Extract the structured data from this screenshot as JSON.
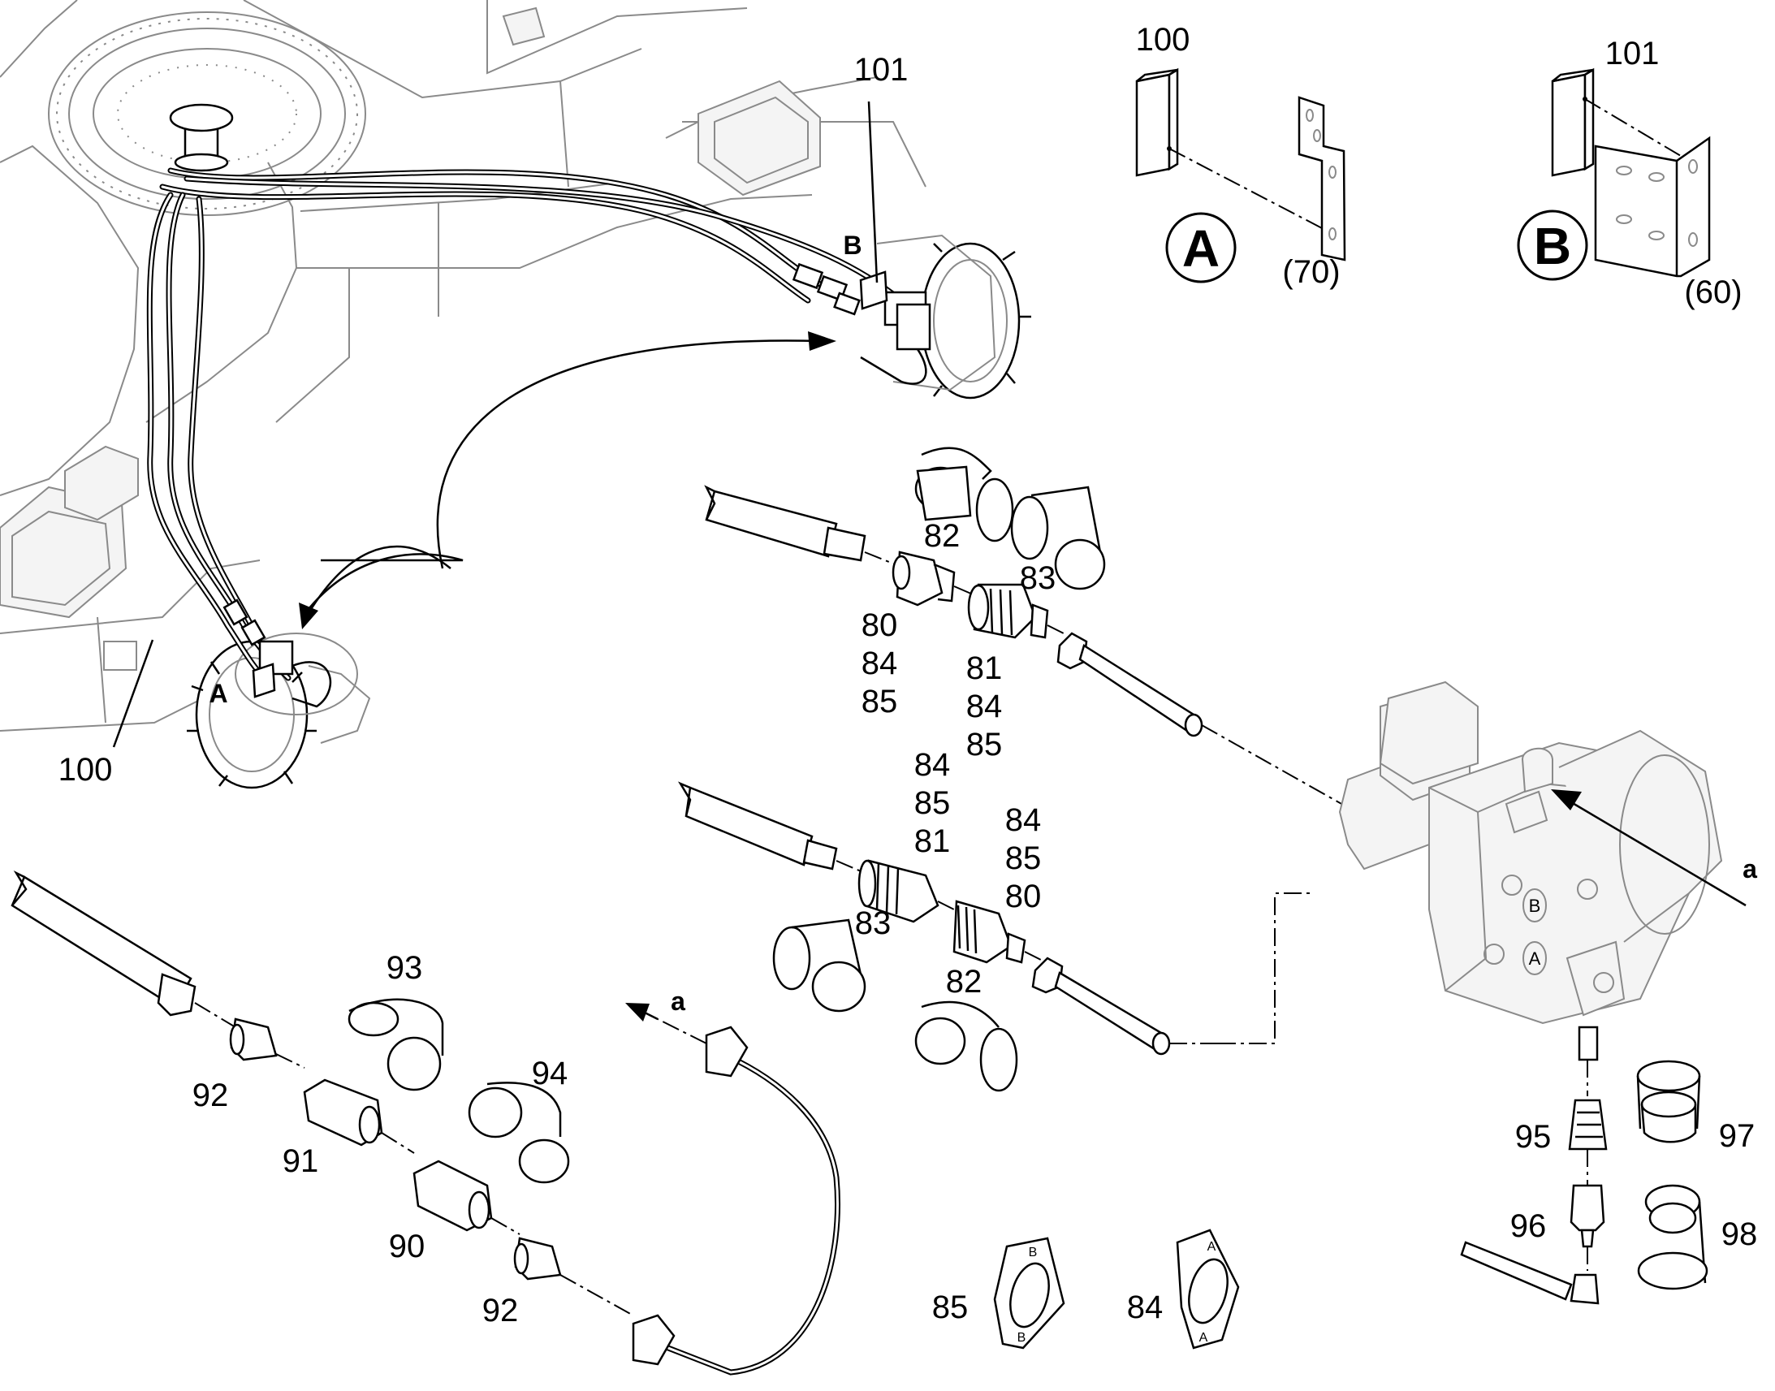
{
  "diagram": {
    "labels": {
      "p100_bracket": "100",
      "p101_bracket": "101",
      "p101_machine": "101",
      "p100_machine": "100",
      "view_a_machine": "A",
      "view_b_machine": "B",
      "view_a_circle": "A",
      "view_b_circle": "B",
      "ref70": "(70)",
      "ref60": "(60)",
      "p82_top": "82",
      "p83_top": "83",
      "p80_top": "80",
      "p84_top_left": "84",
      "p85_top_left": "85",
      "p81_top": "81",
      "p84_top_right": "84",
      "p85_top_right": "85",
      "p84_mid_left": "84",
      "p85_mid_left": "85",
      "p81_mid": "81",
      "p84_mid_right": "84",
      "p85_mid_right": "85",
      "p80_mid": "80",
      "p83_mid": "83",
      "p82_mid": "82",
      "p93": "93",
      "p94": "94",
      "p92_upper": "92",
      "p91": "91",
      "p90": "90",
      "p92_lower": "92",
      "arrow_a_right": "a",
      "arrow_a_left": "a",
      "p95": "95",
      "p96": "96",
      "p97": "97",
      "p98": "98",
      "p85_gasket": "85",
      "p84_gasket": "84"
    },
    "gasket_marks": {
      "gasket_85_top": "B",
      "gasket_85_bottom": "B",
      "gasket_84_top": "A",
      "gasket_84_bottom": "A"
    },
    "motor_port_marks": {
      "port_b": "B",
      "port_a": "A"
    }
  }
}
